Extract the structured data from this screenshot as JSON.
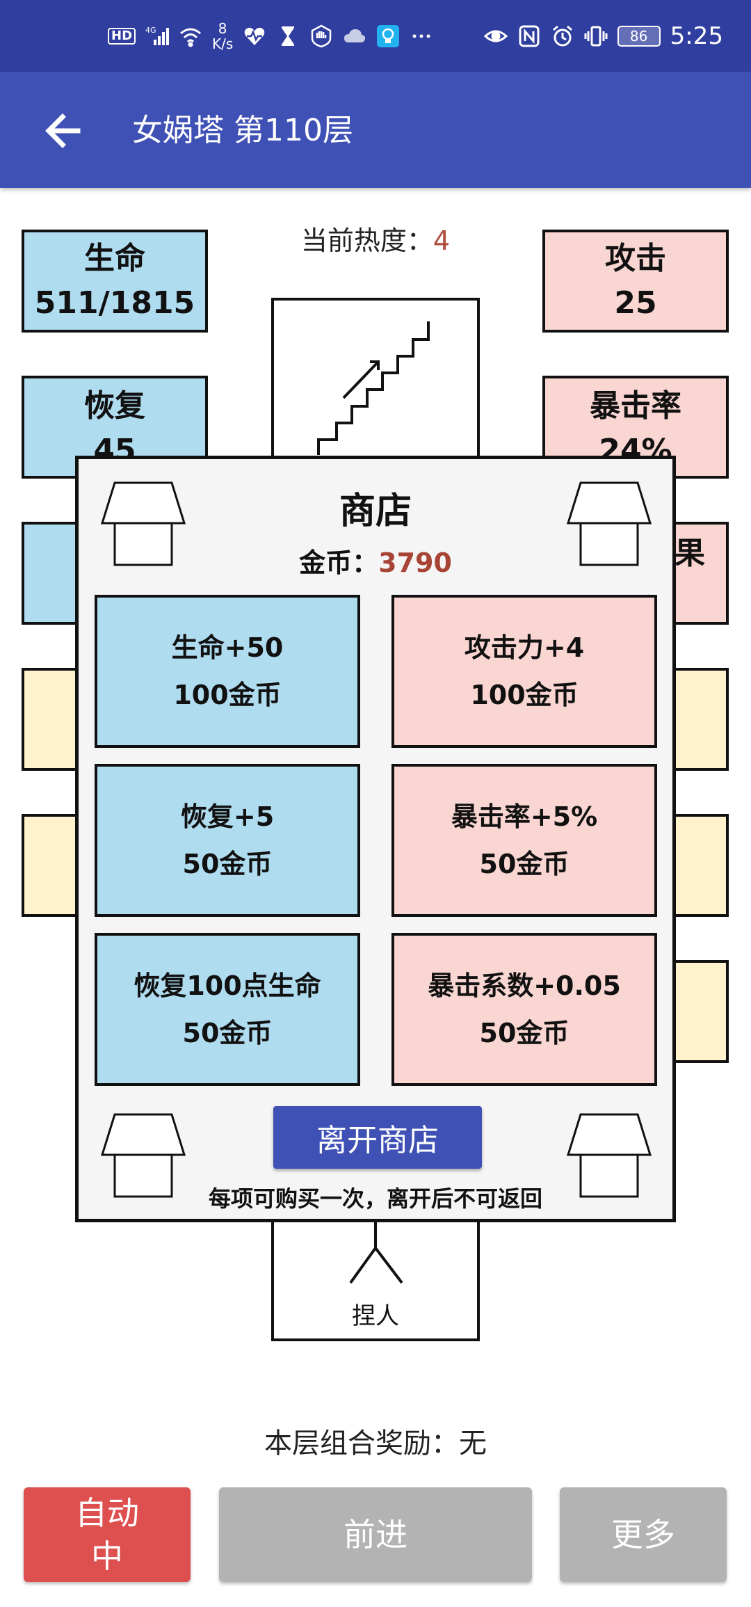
{
  "status_bar": {
    "hd": "HD",
    "network": "4G",
    "speed_value": "8",
    "speed_unit": "K/s",
    "battery": "86",
    "time": "5:25"
  },
  "app_bar": {
    "title": "女娲塔 第110层"
  },
  "heat": {
    "label": "当前热度：",
    "value": "4"
  },
  "stats_left": [
    {
      "label": "生命",
      "value": "511/1815"
    },
    {
      "label": "恢复",
      "value": "45"
    }
  ],
  "stats_right": [
    {
      "label": "攻击",
      "value": "25"
    },
    {
      "label": "暴击率",
      "value": "24%"
    },
    {
      "label": "",
      "value": "果"
    }
  ],
  "room_below_label": "捏人",
  "shop": {
    "title": "商店",
    "coins_label": "金币：",
    "coins_value": "3790",
    "items": [
      {
        "name": "生命+50",
        "price": "100金币"
      },
      {
        "name": "攻击力+4",
        "price": "100金币"
      },
      {
        "name": "恢复+5",
        "price": "50金币"
      },
      {
        "name": "暴击率+5%",
        "price": "50金币"
      },
      {
        "name": "恢复100点生命",
        "price": "50金币"
      },
      {
        "name": "暴击系数+0.05",
        "price": "50金币"
      }
    ],
    "leave_label": "离开商店",
    "note": "每项可购买一次，离开后不可返回"
  },
  "combo": {
    "label": "本层组合奖励：",
    "value": "无"
  },
  "bottom_buttons": {
    "auto_line1": "自动",
    "auto_line2": "中",
    "forward": "前进",
    "more": "更多"
  },
  "colors": {
    "status_bar": "#303f9f",
    "app_bar": "#3f51b5",
    "stat_blue": "#b0dcf0",
    "stat_pink": "#f9d6d2",
    "stat_yellow": "#fff2cc",
    "accent_value": "#a84436",
    "auto_button": "#de4f4f",
    "disabled_button": "#b3b3b3"
  }
}
